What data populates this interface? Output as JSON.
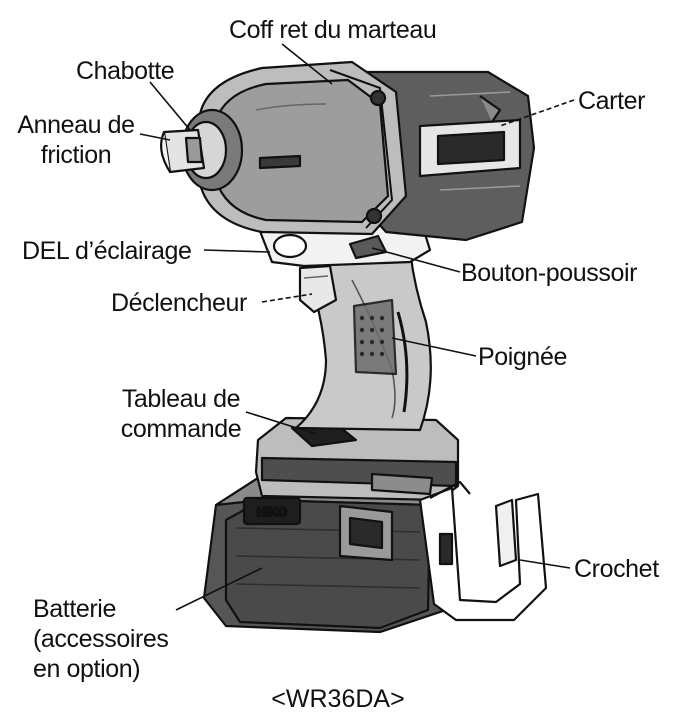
{
  "labels": {
    "hammer_case": "Coff ret du marteau",
    "anvil": "Chabotte",
    "friction_ring_line1": "Anneau de",
    "friction_ring_line2": "friction",
    "housing": "Carter",
    "led": "DEL d’éclairage",
    "push_button": "Bouton-poussoir",
    "trigger": "Déclencheur",
    "handle": "Poignée",
    "control_panel_line1": "Tableau de",
    "control_panel_line2": "commande",
    "hook": "Crochet",
    "battery_line1": "Batterie",
    "battery_line2": "(accessoires",
    "battery_line3": "en option)"
  },
  "caption": "<WR36DA>",
  "colors": {
    "ink": "#111111",
    "body_light": "#e3e3e3",
    "body_mid": "#b8b8b8",
    "body_dark": "#7a7a7a",
    "body_black": "#2a2a2a"
  }
}
